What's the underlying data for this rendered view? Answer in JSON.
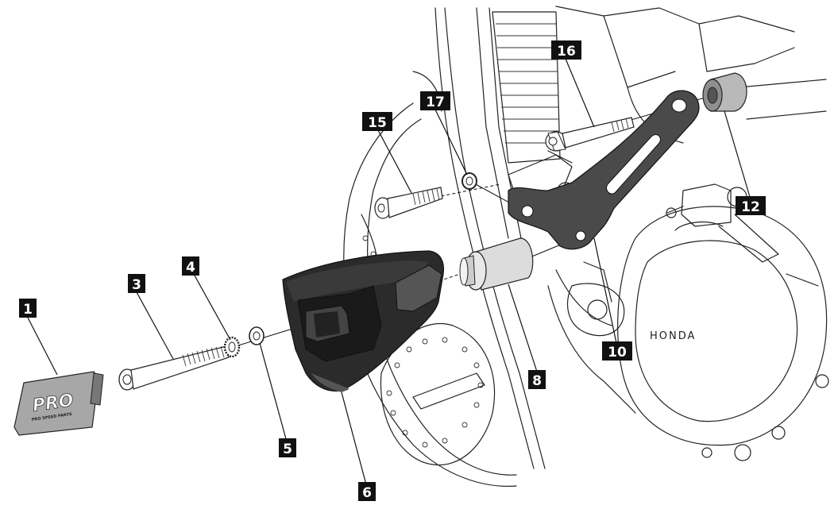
{
  "diagram": {
    "callouts": [
      "1",
      "3",
      "4",
      "5",
      "6",
      "8",
      "10",
      "12",
      "15",
      "16",
      "17"
    ],
    "emblem_text": "PRO",
    "emblem_subtext": "PRO SPEED PARTS",
    "engine_cover_text": "HONDA"
  },
  "colors": {
    "label_bg": "#111111",
    "label_text": "#ffffff",
    "line_art": "#222222",
    "slider_dark": "#2b2b2b",
    "bracket": "#4a4a4a",
    "spacer": "#dcdcdc",
    "cap": "#9a9a9a"
  }
}
